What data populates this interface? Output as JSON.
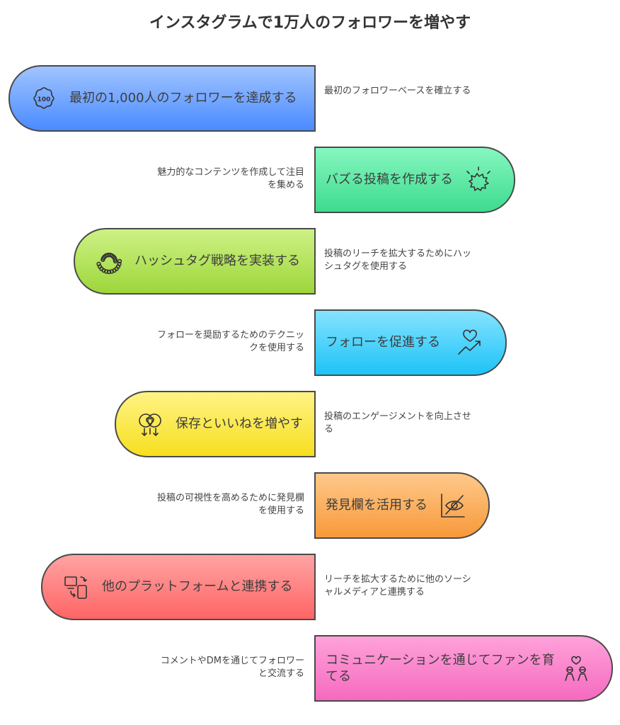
{
  "title": "インスタグラムで1万人のフォロワーを増やす",
  "steps": [
    {
      "label": "最初の1,000人のフォロワーを達成する",
      "desc": "最初のフォロワーベースを確立する",
      "icon": "badge-100-icon",
      "side": "left",
      "colors": [
        "#a0c4ff",
        "#4a8bff"
      ]
    },
    {
      "label": "バズる投稿を作成する",
      "desc": "魅力的なコンテンツを作成して注目を集める",
      "icon": "burst-icon",
      "side": "right",
      "colors": [
        "#86f7c0",
        "#3ddb8e"
      ]
    },
    {
      "label": "ハッシュタグ戦略を実装する",
      "desc": "投稿のリーチを拡大するためにハッシュタグを使用する",
      "icon": "dots-circle-icon",
      "side": "left",
      "colors": [
        "#cdf285",
        "#9ed63a"
      ]
    },
    {
      "label": "フォローを促進する",
      "desc": "フォローを奨励するためのテクニックを使用する",
      "icon": "heart-trend-icon",
      "side": "right",
      "colors": [
        "#86e3ff",
        "#1dc3f7"
      ]
    },
    {
      "label": "保存といいねを増やす",
      "desc": "投稿のエンゲージメントを向上させる",
      "icon": "heart-arrows-icon",
      "side": "left",
      "colors": [
        "#fff385",
        "#f7df1f"
      ]
    },
    {
      "label": "発見欄を活用する",
      "desc": "投稿の可視性を高めるために発見欄を使用する",
      "icon": "eye-chart-icon",
      "side": "right",
      "colors": [
        "#ffc98a",
        "#f7993a"
      ]
    },
    {
      "label": "他のプラットフォームと連携する",
      "desc": "リーチを拡大するために他のソーシャルメディアと連携する",
      "icon": "devices-sync-icon",
      "side": "left",
      "colors": [
        "#ffa3a3",
        "#ff6565"
      ]
    },
    {
      "label": "コミュニケーションを通じてファンを育てる",
      "desc": "コメントやDMを通じてフォロワーと交流する",
      "icon": "people-heart-icon",
      "side": "right",
      "colors": [
        "#ffa2da",
        "#f56abf"
      ]
    }
  ]
}
